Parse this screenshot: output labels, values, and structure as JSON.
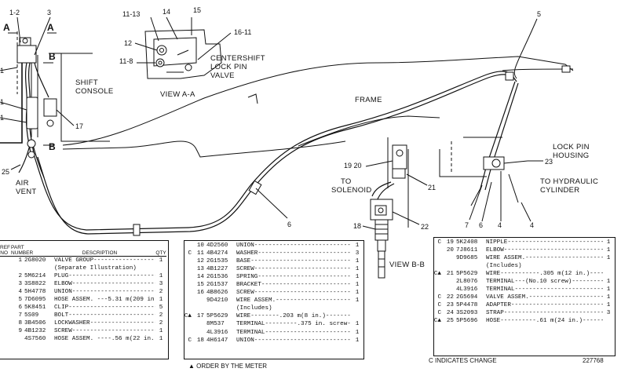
{
  "callouts": {
    "c1_2": "1-2",
    "c3": "3",
    "c11_13": "11-13",
    "c14": "14",
    "c15": "15",
    "c16_11": "16-11",
    "c12": "12",
    "c11_8": "11-8",
    "c5": "5",
    "c17": "17",
    "c25": "25",
    "c6": "6",
    "c19_20": "19 20",
    "c21": "21",
    "c18": "18",
    "c22": "22",
    "c23": "23",
    "c7": "7",
    "c6b": "6",
    "c4a": "4",
    "c4b": "4",
    "c1a": "1",
    "c1b": "1",
    "c1c": "1"
  },
  "section_marks": {
    "a": "A",
    "b": "B"
  },
  "labels": {
    "shift_console": [
      "SHIFT",
      "CONSOLE"
    ],
    "air_vent": [
      "AIR",
      "VENT"
    ],
    "view_a": "VIEW A-A",
    "centershift": [
      "CENTERSHIFT",
      "LOCK PIN",
      "VALVE"
    ],
    "frame": "FRAME",
    "lock_pin_housing": [
      "LOCK PIN",
      "HOUSING"
    ],
    "to_hydraulic": [
      "TO HYDRAULIC",
      "CYLINDER"
    ],
    "to_solenoid": [
      "TO",
      "SOLENOID"
    ],
    "view_b": "VIEW B-B"
  },
  "left_table": {
    "headers": {
      "ref": [
        "REF",
        "NO"
      ],
      "part": [
        "PART",
        "NUMBER"
      ],
      "desc": "DESCRIPTION",
      "qty": "QTY"
    },
    "rows": [
      {
        "mark": "",
        "ref": "1",
        "part": "2G8020",
        "desc": "VALVE GROUP--------------------------",
        "qty": "1"
      },
      {
        "mark": "",
        "ref": "",
        "part": "",
        "desc": "(Separate Illustration)",
        "qty": ""
      },
      {
        "mark": "",
        "ref": "2",
        "part": "5M6214",
        "desc": "PLUG---------------------------------",
        "qty": "1"
      },
      {
        "mark": "",
        "ref": "3",
        "part": "3S8822",
        "desc": "ELBOW--------------------------------",
        "qty": "3"
      },
      {
        "mark": "",
        "ref": "4",
        "part": "5H4778",
        "desc": "UNION--------------------------------",
        "qty": "2"
      },
      {
        "mark": "",
        "ref": "5",
        "part": "7D6095",
        "desc": "HOSE ASSEM. ---5.31 m(209 in.)------",
        "qty": "1"
      },
      {
        "mark": "",
        "ref": "6",
        "part": "5K8451",
        "desc": "CLIP---------------------------------",
        "qty": "5"
      },
      {
        "mark": "",
        "ref": "7",
        "part": "5S09",
        "desc": "BOLT---------------------------------",
        "qty": "2"
      },
      {
        "mark": "",
        "ref": "8",
        "part": "3B4506",
        "desc": "LOCKWASHER---------------------------",
        "qty": "2"
      },
      {
        "mark": "",
        "ref": "9",
        "part": "4B1232",
        "desc": "SCREW--------------------------------",
        "qty": "1"
      },
      {
        "mark": "",
        "ref": "",
        "part": "4S7560",
        "desc": "HOSE ASSEM. ----.56 m(22 in.) ------",
        "qty": "1"
      }
    ]
  },
  "mid_table": {
    "rows": [
      {
        "mark": "",
        "ref": "10",
        "part": "4D2560",
        "desc": "UNION------------------------------",
        "qty": "1"
      },
      {
        "mark": "C",
        "ref": "11",
        "part": "4B4274",
        "desc": "WASHER-----------------------------",
        "qty": "3"
      },
      {
        "mark": "",
        "ref": "12",
        "part": "2G1535",
        "desc": "BASE-------------------------------",
        "qty": "1"
      },
      {
        "mark": "",
        "ref": "13",
        "part": "4B1227",
        "desc": "SCREW------------------------------",
        "qty": "1"
      },
      {
        "mark": "",
        "ref": "14",
        "part": "2G1536",
        "desc": "SPRING-----------------------------",
        "qty": "1"
      },
      {
        "mark": "",
        "ref": "15",
        "part": "2G1537",
        "desc": "BRACKET----------------------------",
        "qty": "1"
      },
      {
        "mark": "",
        "ref": "16",
        "part": "4B8626",
        "desc": "SCREW------------------------------",
        "qty": "1"
      },
      {
        "mark": "",
        "ref": "",
        "part": "9D4210",
        "desc": "WIRE ASSEM.------------------------",
        "qty": "1"
      },
      {
        "mark": "",
        "ref": "",
        "part": "",
        "desc": "(Includes)",
        "qty": ""
      },
      {
        "mark": "C▲",
        "ref": "17",
        "part": "5P5629",
        "desc": "WIRE--------.203 m(8 in.)---------",
        "qty": ""
      },
      {
        "mark": "",
        "ref": "",
        "part": "8M537",
        "desc": "TERMINAL---------.375 in. screw---",
        "qty": "1"
      },
      {
        "mark": "",
        "ref": "",
        "part": "4L3916",
        "desc": "TERMINAL---------------------------",
        "qty": "1"
      },
      {
        "mark": "C",
        "ref": "18",
        "part": "4H6147",
        "desc": "UNION------------------------------",
        "qty": "1"
      }
    ]
  },
  "right_table": {
    "rows": [
      {
        "mark": "C",
        "ref": "19",
        "part": "5K2408",
        "desc": "NIPPLE------------------------------",
        "qty": "1"
      },
      {
        "mark": "",
        "ref": "20",
        "part": "7J8611",
        "desc": "ELBOW-------------------------------",
        "qty": "1"
      },
      {
        "mark": "",
        "ref": "",
        "part": "9D9685",
        "desc": "WIRE ASSEM.-------------------------",
        "qty": "1"
      },
      {
        "mark": "",
        "ref": "",
        "part": "",
        "desc": "(Includes)",
        "qty": ""
      },
      {
        "mark": "C▲",
        "ref": "21",
        "part": "5P5629",
        "desc": "WIRE-----------.305 m(12 in.)-----",
        "qty": ""
      },
      {
        "mark": "",
        "ref": "",
        "part": "2L8076",
        "desc": "TERMINAL---(No.10 screw)----------",
        "qty": "1"
      },
      {
        "mark": "",
        "ref": "",
        "part": "4L3916",
        "desc": "TERMINAL----------------------------",
        "qty": "1"
      },
      {
        "mark": "C",
        "ref": "22",
        "part": "2G5694",
        "desc": "VALVE ASSEM.------------------------",
        "qty": "1"
      },
      {
        "mark": "C",
        "ref": "23",
        "part": "5P4478",
        "desc": "ADAPTER-----------------------------",
        "qty": "1"
      },
      {
        "mark": "C",
        "ref": "24",
        "part": "3S2093",
        "desc": "STRAP-------------------------------",
        "qty": "3"
      },
      {
        "mark": "C▲",
        "ref": "25",
        "part": "5P5696",
        "desc": "HOSE----------.61 m(24 in.)------",
        "qty": ""
      }
    ]
  },
  "footnotes": {
    "order_by_meter": "▲ ORDER BY THE METER",
    "c_indicates": "C INDICATES CHANGE",
    "drawing_no": "227768"
  }
}
